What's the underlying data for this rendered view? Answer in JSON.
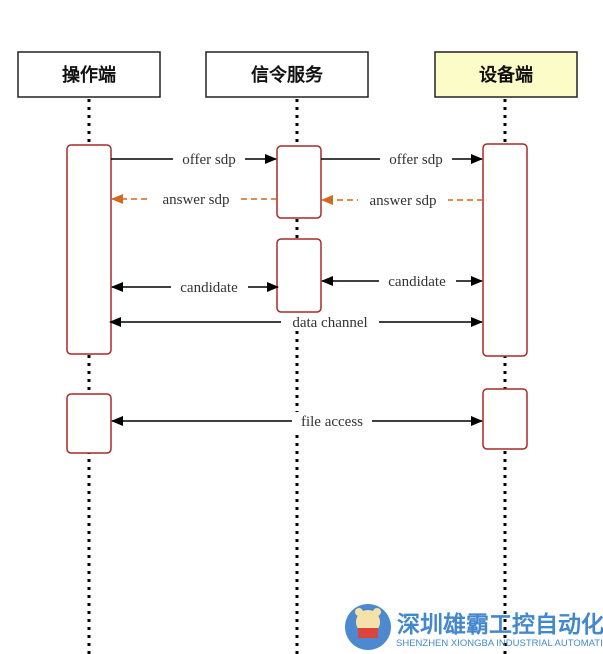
{
  "participants": [
    {
      "name": "操作端",
      "fill": "#ffffff"
    },
    {
      "name": "信令服务",
      "fill": "#ffffff"
    },
    {
      "name": "设备端",
      "fill": "#fcfcc8"
    }
  ],
  "messages": [
    {
      "label": "offer sdp",
      "from": "操作端",
      "to": "信令服务",
      "style": "solid"
    },
    {
      "label": "offer sdp",
      "from": "信令服务",
      "to": "设备端",
      "style": "solid"
    },
    {
      "label": "answer sdp",
      "from": "信令服务",
      "to": "操作端",
      "style": "dashed"
    },
    {
      "label": "answer sdp",
      "from": "设备端",
      "to": "信令服务",
      "style": "dashed"
    },
    {
      "label": "candidate",
      "from": "操作端",
      "to": "信令服务",
      "style": "bidirectional"
    },
    {
      "label": "candidate",
      "from": "信令服务",
      "to": "设备端",
      "style": "bidirectional"
    },
    {
      "label": "data channel",
      "from": "操作端",
      "to": "设备端",
      "style": "bidirectional"
    },
    {
      "label": "file access",
      "from": "操作端",
      "to": "设备端",
      "style": "bidirectional"
    }
  ],
  "colors": {
    "activation_border": "#a52a2a",
    "answer_arrow": "#d2691e",
    "watermark": "#2f7cc8"
  },
  "watermark": {
    "name_cn": "深圳雄霸工控自动化",
    "name_en": "SHENZHEN XIONGBA INDUSTRIAL AUTOMATION"
  }
}
